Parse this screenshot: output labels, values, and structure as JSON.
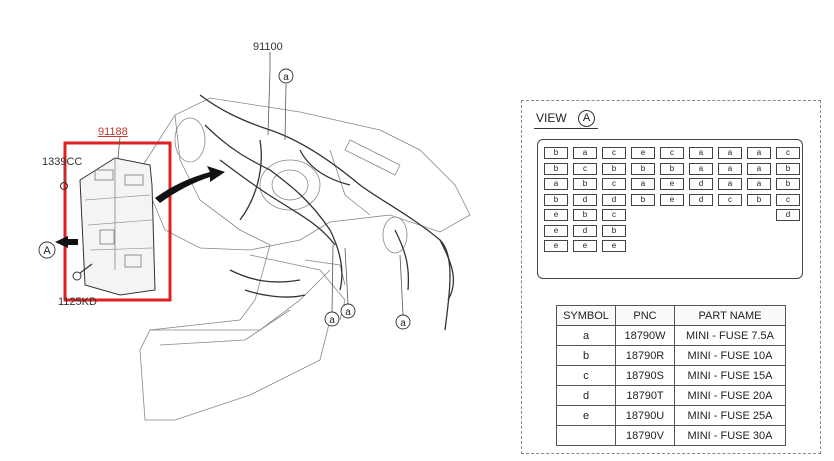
{
  "diagram": {
    "labels": {
      "harness": "91100",
      "junction_box": "91188",
      "clip": "1339CC",
      "bolt": "1125KD"
    },
    "callouts": {
      "view_marker": "A",
      "connector_a": "a"
    },
    "highlight_color": "#e02020"
  },
  "view": {
    "title": "VIEW",
    "marker": "A",
    "fuse_rows": [
      [
        "b",
        "a",
        "c",
        "e",
        "c",
        "a",
        "a",
        "a",
        "c"
      ],
      [
        "b",
        "c",
        "b",
        "b",
        "b",
        "a",
        "a",
        "a",
        "b"
      ],
      [
        "a",
        "b",
        "c",
        "a",
        "e",
        "d",
        "a",
        "a",
        "b"
      ],
      [
        "b",
        "d",
        "d",
        "b",
        "e",
        "d",
        "c",
        "b",
        "c"
      ],
      [
        "e",
        "b",
        "c",
        "",
        "",
        "",
        "",
        "",
        "d"
      ],
      [
        "e",
        "d",
        "b"
      ],
      [
        "e",
        "e",
        "e"
      ]
    ]
  },
  "parts_table": {
    "headers": [
      "SYMBOL",
      "PNC",
      "PART NAME"
    ],
    "rows": [
      [
        "a",
        "18790W",
        "MINI - FUSE 7.5A"
      ],
      [
        "b",
        "18790R",
        "MINI - FUSE 10A"
      ],
      [
        "c",
        "18790S",
        "MINI - FUSE 15A"
      ],
      [
        "d",
        "18790T",
        "MINI - FUSE 20A"
      ],
      [
        "e",
        "18790U",
        "MINI - FUSE 25A"
      ],
      [
        "",
        "18790V",
        "MINI - FUSE 30A"
      ]
    ]
  }
}
